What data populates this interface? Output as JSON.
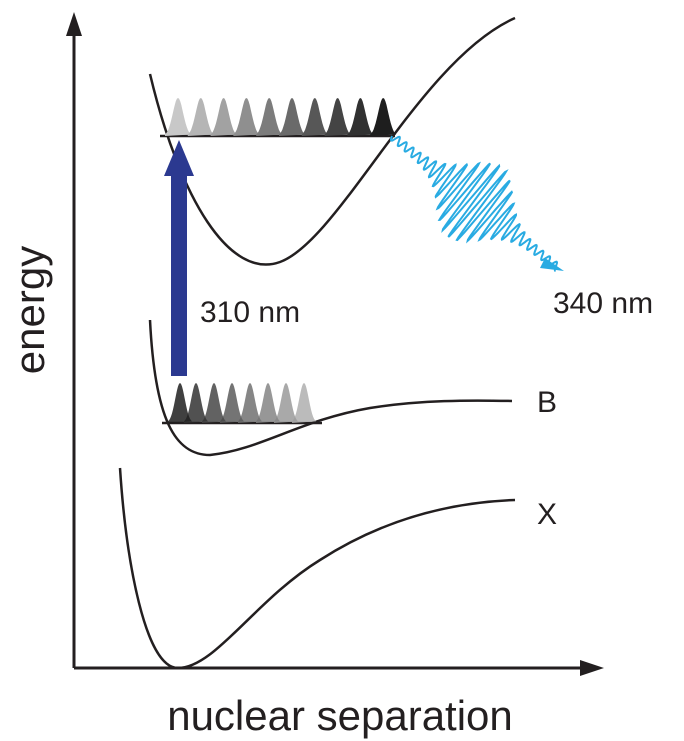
{
  "axes": {
    "x_label": "nuclear separation",
    "y_label": "energy"
  },
  "states": {
    "lower": "X",
    "middle": "B"
  },
  "transitions": {
    "excitation": "310 nm",
    "emission": "340 nm"
  },
  "colors": {
    "line": "#231f20",
    "excitation_arrow": "#2b3990",
    "emission_wave": "#29abe2"
  }
}
